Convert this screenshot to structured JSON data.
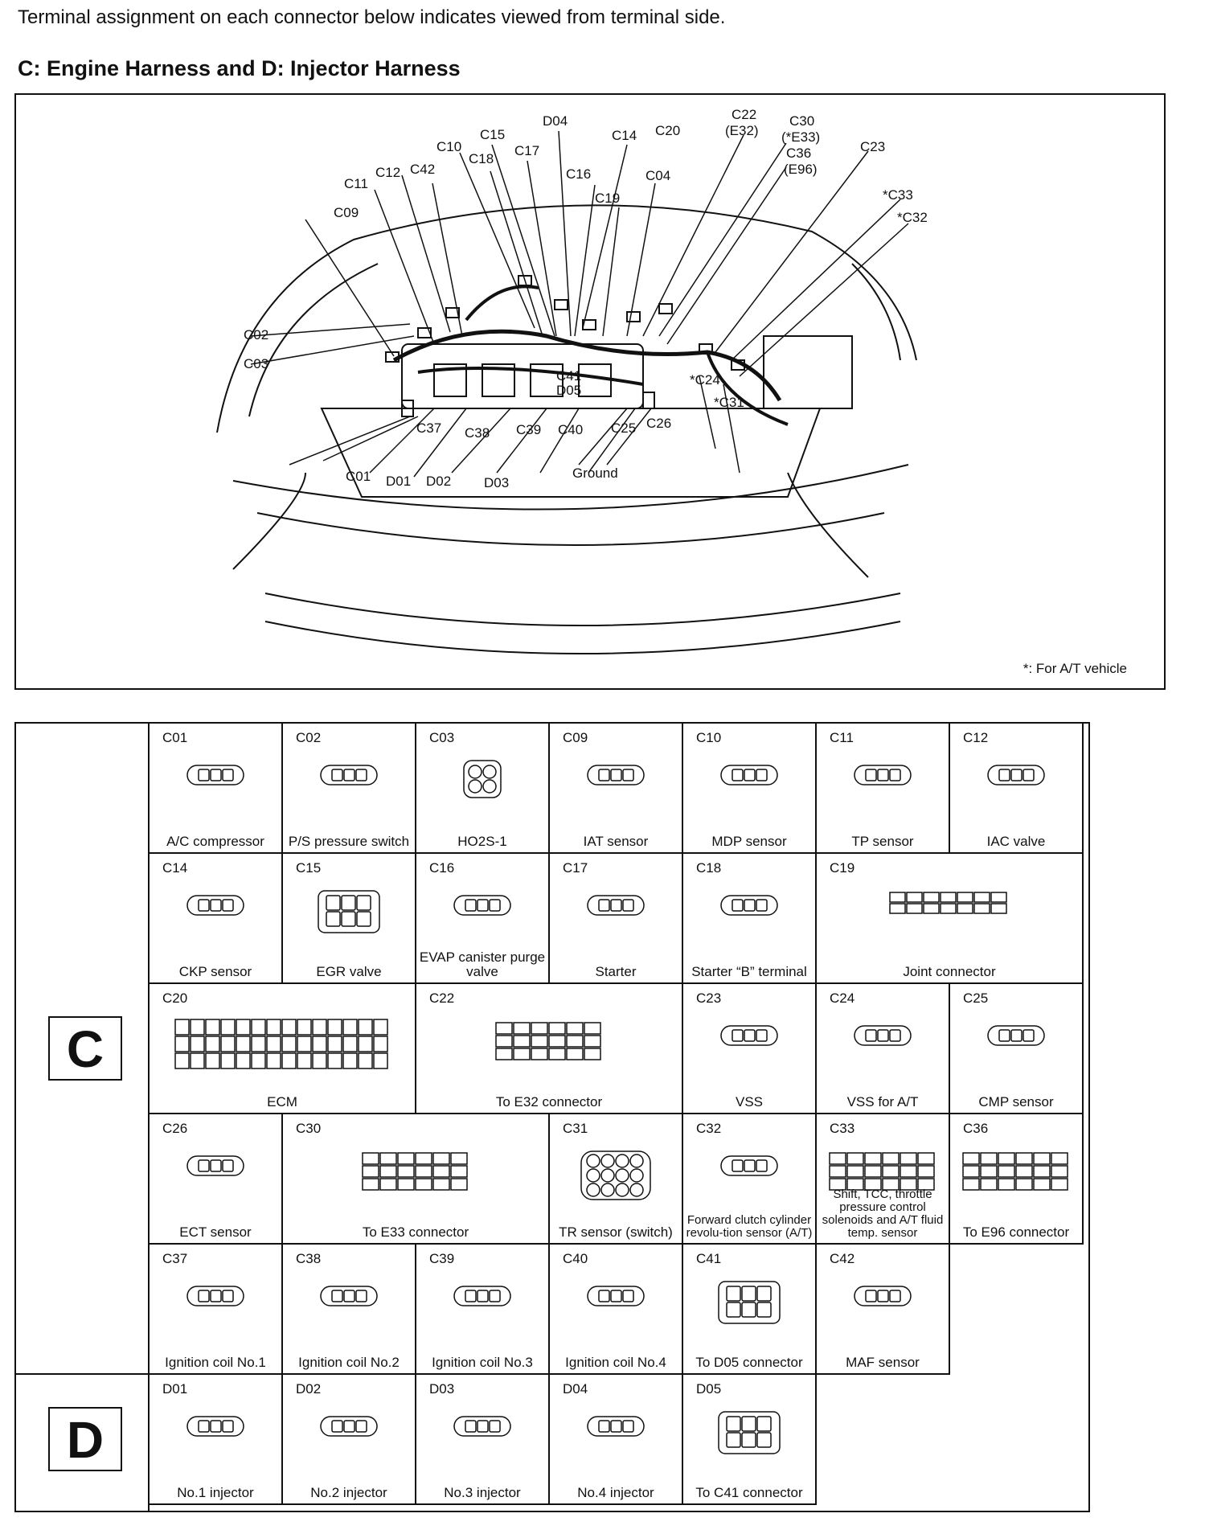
{
  "intro": "Terminal assignment on each connector below indicates viewed from terminal side.",
  "heading": "C: Engine Harness and D: Injector Harness",
  "footnote": "*: For A/T vehicle",
  "callouts": [
    "D04",
    "C22",
    "(E32)",
    "C30",
    "(*E33)",
    "C15",
    "C14",
    "C20",
    "C36",
    "(E96)",
    "C10",
    "C18",
    "C17",
    "C23",
    "C12",
    "C42",
    "C16",
    "C04",
    "C11",
    "C19",
    "*C33",
    "C09",
    "*C32",
    "C02",
    "C03",
    "C41",
    "D05",
    "*C24",
    "*C31",
    "C37",
    "C38",
    "C39",
    "C40",
    "C25",
    "C26",
    "C01",
    "D01",
    "D02",
    "D03",
    "Ground"
  ],
  "groups": {
    "c": "C",
    "d": "D"
  },
  "connectors": [
    {
      "code": "C01",
      "desc": "A/C compressor"
    },
    {
      "code": "C02",
      "desc": "P/S pressure switch"
    },
    {
      "code": "C03",
      "desc": "HO2S-1"
    },
    {
      "code": "C09",
      "desc": "IAT sensor"
    },
    {
      "code": "C10",
      "desc": "MDP sensor"
    },
    {
      "code": "C11",
      "desc": "TP sensor"
    },
    {
      "code": "C12",
      "desc": "IAC valve"
    },
    {
      "code": "C14",
      "desc": "CKP sensor"
    },
    {
      "code": "C15",
      "desc": "EGR valve"
    },
    {
      "code": "C16",
      "desc": "EVAP canister purge valve"
    },
    {
      "code": "C17",
      "desc": "Starter"
    },
    {
      "code": "C18",
      "desc": "Starter “B” terminal"
    },
    {
      "code": "C19",
      "desc": "Joint connector"
    },
    {
      "code": "C20",
      "desc": "ECM"
    },
    {
      "code": "C22",
      "desc": "To E32 connector"
    },
    {
      "code": "C23",
      "desc": "VSS"
    },
    {
      "code": "C24",
      "desc": "VSS for A/T"
    },
    {
      "code": "C25",
      "desc": "CMP sensor"
    },
    {
      "code": "C26",
      "desc": "ECT sensor"
    },
    {
      "code": "C30",
      "desc": "To E33 connector"
    },
    {
      "code": "C31",
      "desc": "TR sensor (switch)"
    },
    {
      "code": "C32",
      "desc": "Forward clutch cylinder revolu-tion sensor (A/T)"
    },
    {
      "code": "C33",
      "desc": "Shift, TCC, throttle pressure control solenoids and A/T fluid temp. sensor"
    },
    {
      "code": "C36",
      "desc": "To E96 connector"
    },
    {
      "code": "C37",
      "desc": "Ignition coil No.1"
    },
    {
      "code": "C38",
      "desc": "Ignition coil No.2"
    },
    {
      "code": "C39",
      "desc": "Ignition coil No.3"
    },
    {
      "code": "C40",
      "desc": "Ignition coil No.4"
    },
    {
      "code": "C41",
      "desc": "To D05 connector"
    },
    {
      "code": "C42",
      "desc": "MAF sensor"
    },
    {
      "code": "D01",
      "desc": "No.1 injector"
    },
    {
      "code": "D02",
      "desc": "No.2 injector"
    },
    {
      "code": "D03",
      "desc": "No.3 injector"
    },
    {
      "code": "D04",
      "desc": "No.4 injector"
    },
    {
      "code": "D05",
      "desc": "To C41 connector"
    }
  ]
}
